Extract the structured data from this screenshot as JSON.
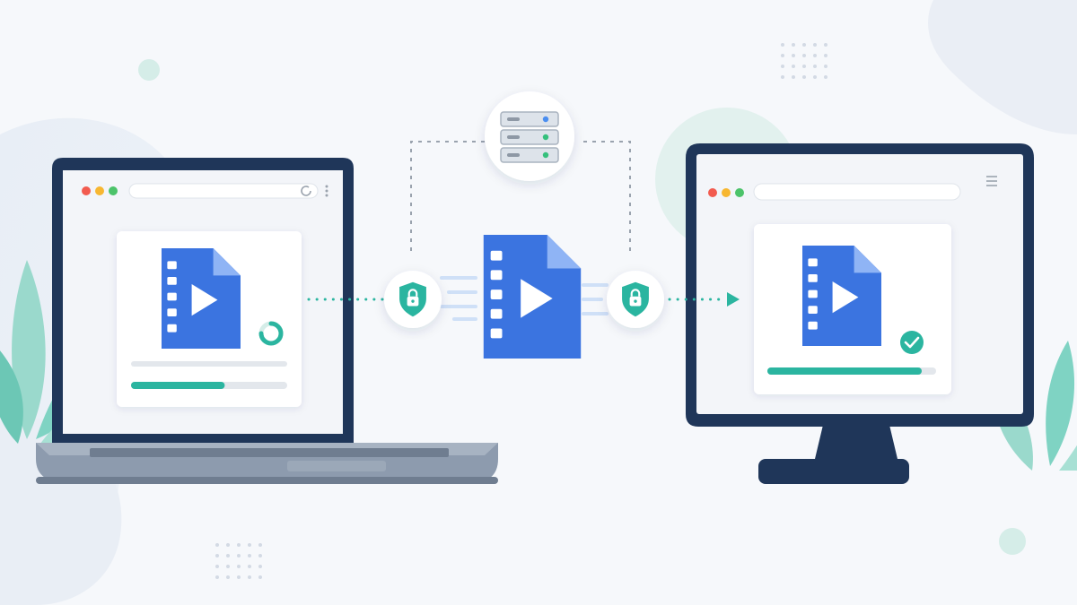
{
  "colors": {
    "background": "#f6f8fb",
    "accent_teal": "#2bb5a0",
    "file_blue": "#3b74e0",
    "file_blue_fold": "#8fb4f5",
    "device_dark": "#1f3659",
    "laptop_body": "#8d9bae",
    "plant_teal": "#7fd3c3",
    "window_red": "#f25b4f",
    "window_yellow": "#f7b731",
    "window_green": "#4cc36a",
    "server_dot_blue": "#4a8ef0",
    "server_dot_green": "#35c07c"
  },
  "icons": {
    "laptop": "laptop-icon",
    "monitor": "monitor-icon",
    "server": "server-icon",
    "video_file": "video-file-icon",
    "play": "play-icon",
    "shield_lock": "shield-lock-icon",
    "loading_spinner": "loading-spinner-icon",
    "check": "check-circle-icon",
    "reload": "reload-icon",
    "menu": "menu-icon",
    "arrow": "arrow-right-icon",
    "plant": "leaf-plant-icon"
  },
  "transfer": {
    "sender_upload_progress": 0.6,
    "receiver_download_progress": 1.0,
    "sender_status": "in-progress",
    "receiver_status": "complete"
  }
}
